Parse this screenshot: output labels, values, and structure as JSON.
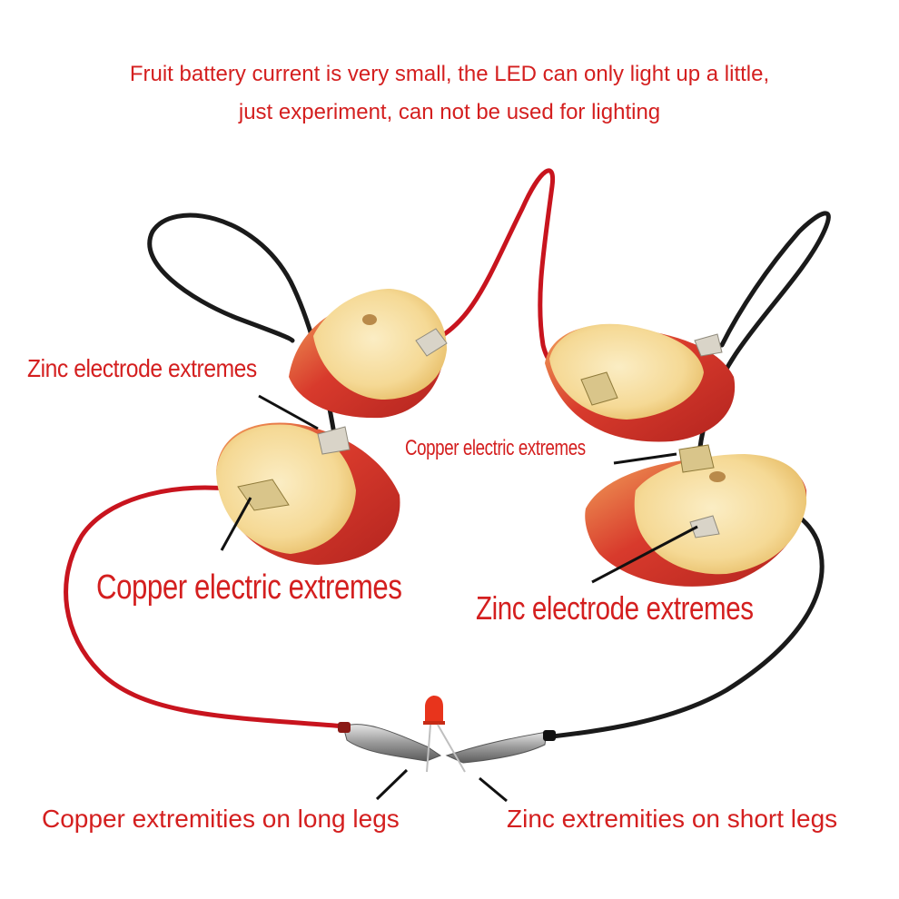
{
  "header": {
    "line1": "Fruit battery current is very small, the LED can only light up a little,",
    "line2": "just experiment, can not be used for lighting"
  },
  "labels": {
    "zinc_top_left": "Zinc electrode extremes",
    "copper_middle": "Copper electric extremes",
    "copper_left": "Copper electric extremes",
    "zinc_right": "Zinc electrode extremes",
    "copper_bottom": "Copper extremities on long legs",
    "zinc_bottom": "Zinc extremities on short legs"
  },
  "colors": {
    "label_text": "#d41f1f",
    "red_wire": "#c8141e",
    "black_wire": "#1a1a1a",
    "apple_skin": "#d8342c",
    "apple_flesh": "#f6dda0",
    "led": "#e8341c",
    "electrode_metal": "#d9c58a"
  }
}
